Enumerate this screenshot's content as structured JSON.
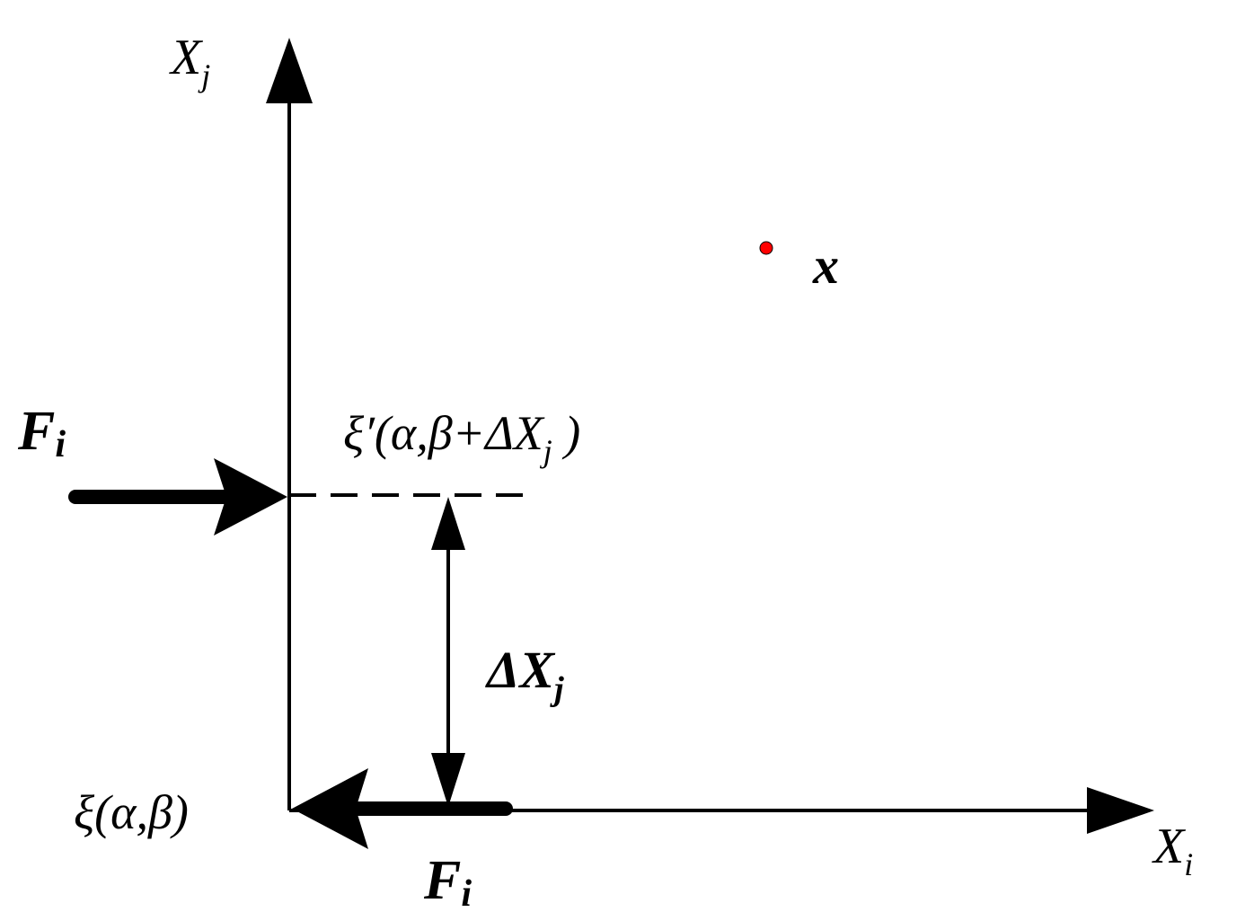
{
  "axes": {
    "vertical": {
      "symbol": "X",
      "subscript": "j"
    },
    "horizontal": {
      "symbol": "X",
      "subscript": "i"
    }
  },
  "point": {
    "label": "x",
    "color": "#ff0000"
  },
  "force_top": {
    "symbol": "F",
    "subscript": "i"
  },
  "force_bottom": {
    "symbol": "F",
    "subscript": "i"
  },
  "shifted_point_label": {
    "prefix": "ξ′(α,β+ΔX",
    "subscript": "j",
    "suffix": " )"
  },
  "origin_label": "ξ(α,β)",
  "offset_label": {
    "symbol": "ΔX",
    "subscript": "j"
  },
  "colors": {
    "stroke": "#000000",
    "background": "#ffffff"
  }
}
